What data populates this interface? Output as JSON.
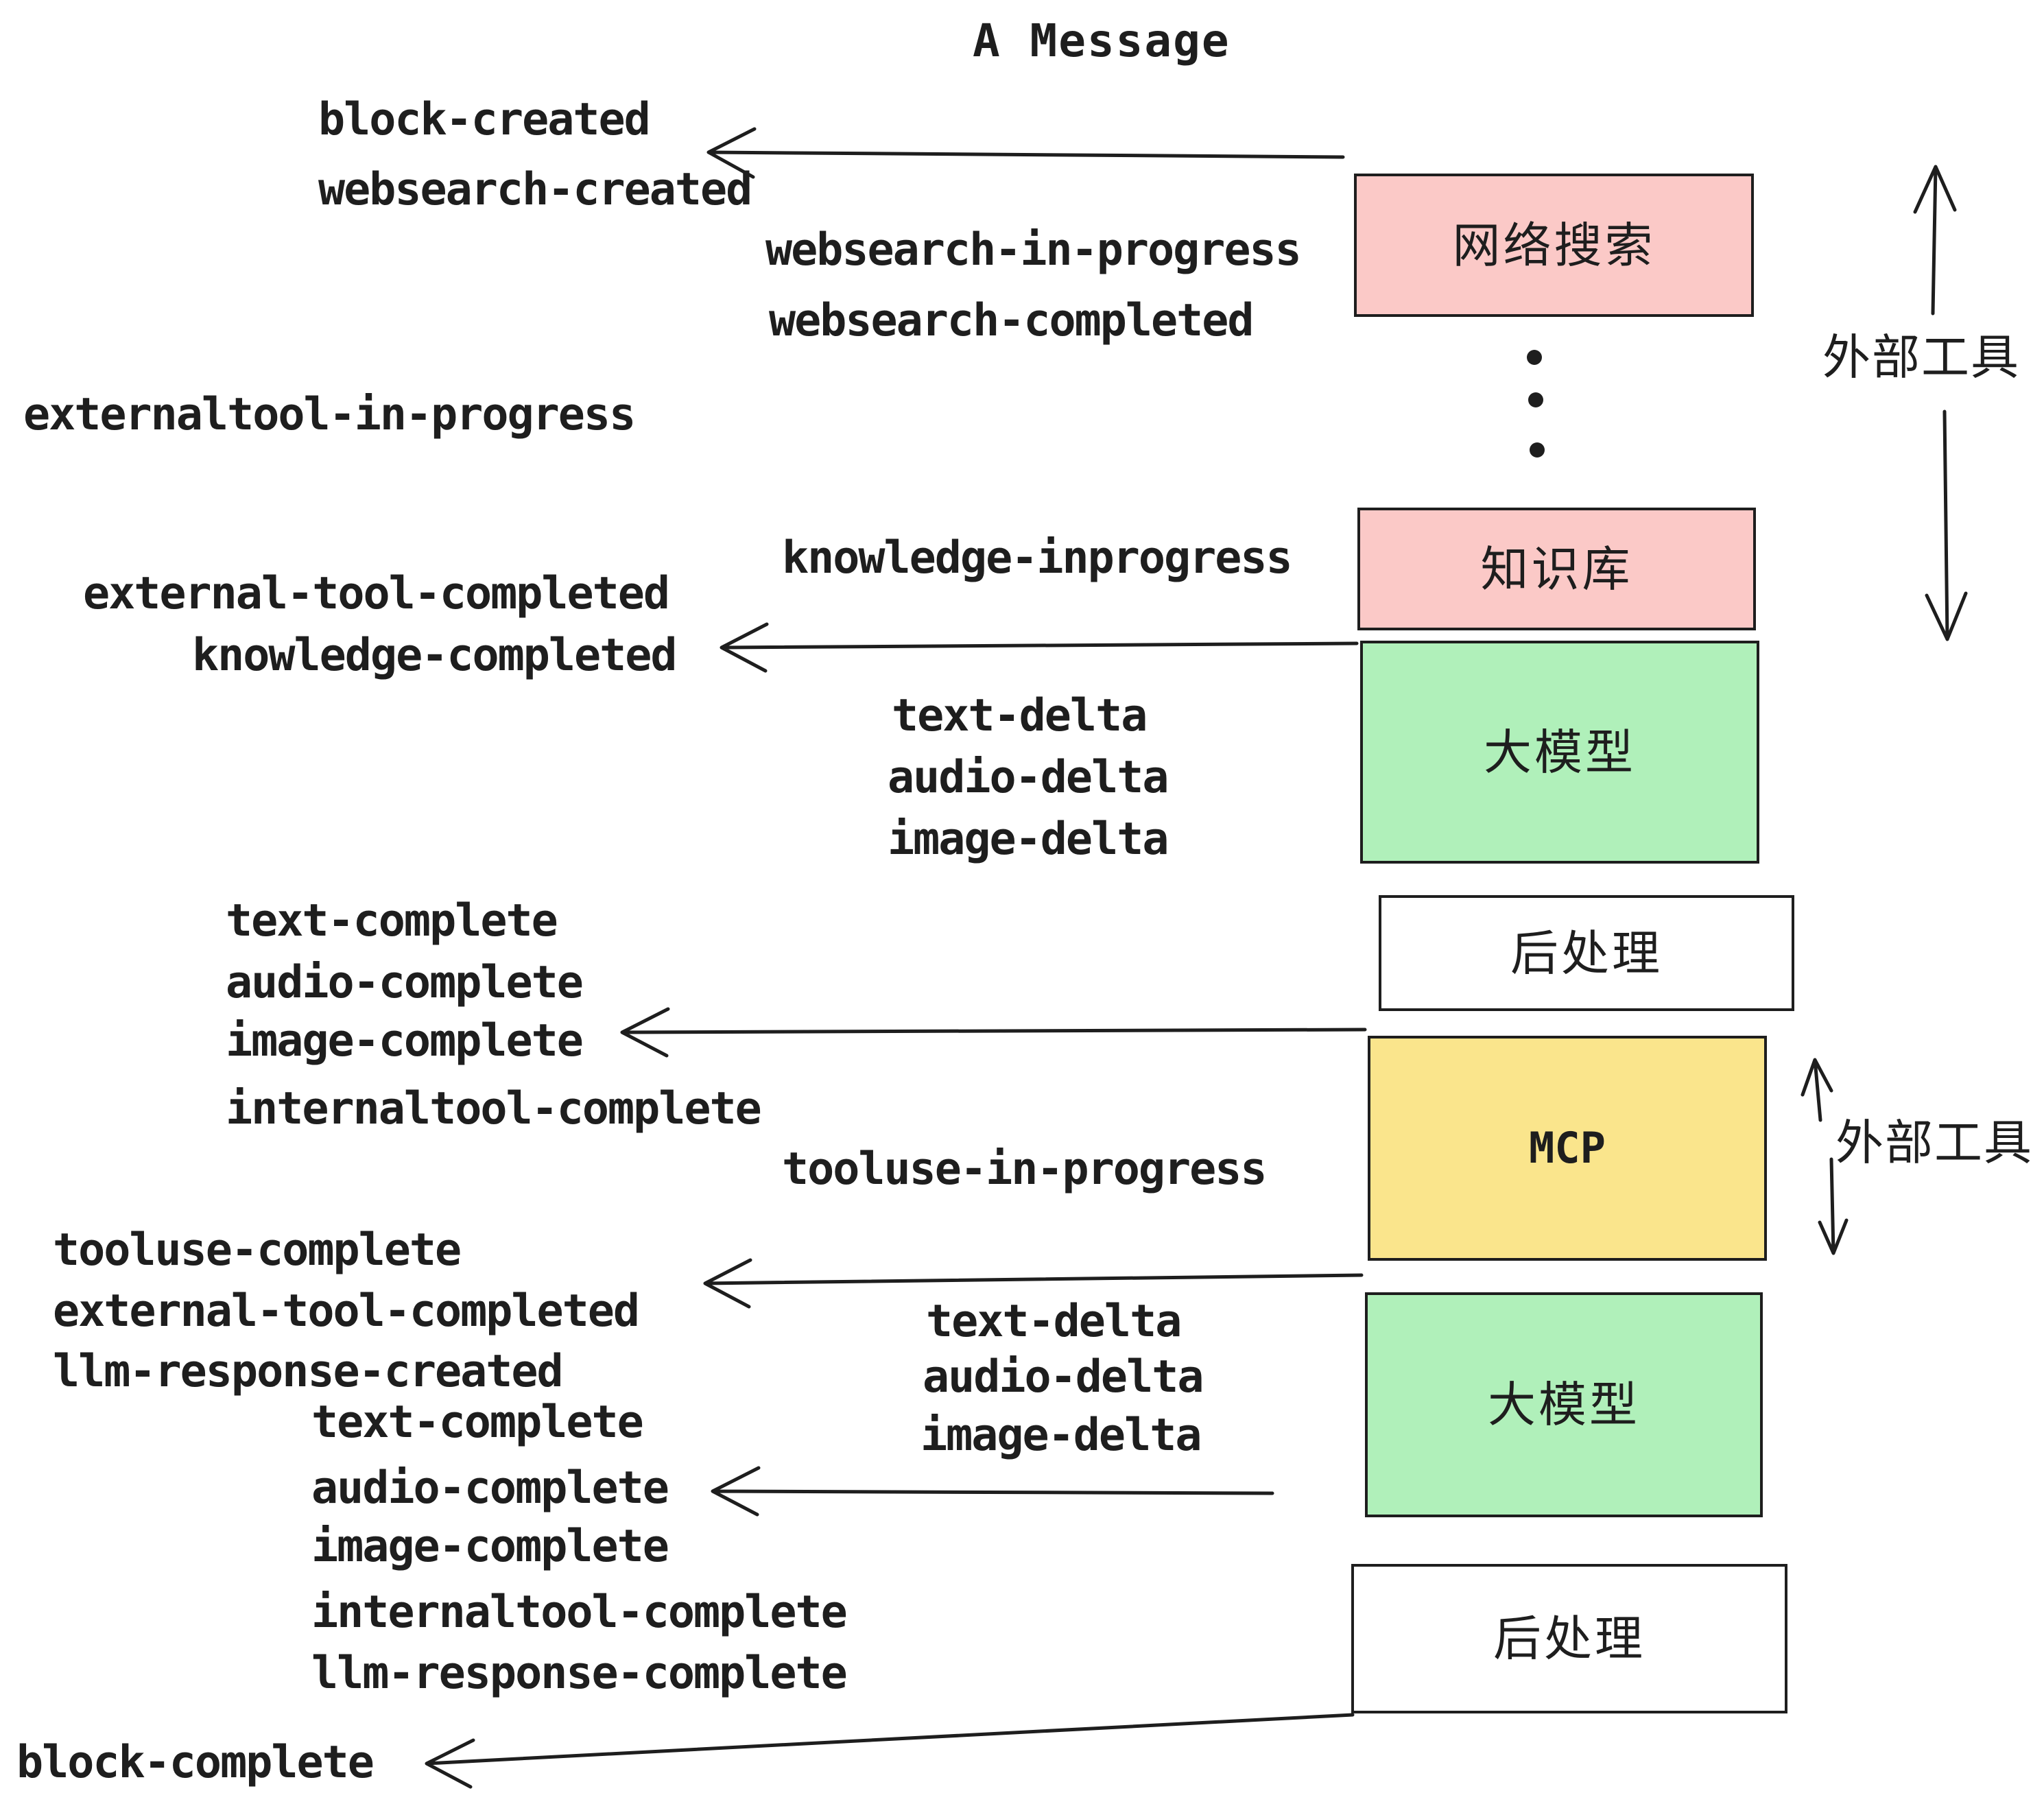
{
  "title": "A Message",
  "events": {
    "block_created": "block-created",
    "websearch_created": "websearch-created",
    "websearch_in_progress": "websearch-in-progress",
    "websearch_completed": "websearch-completed",
    "externaltool_in_progress": "externaltool-in-progress",
    "knowledge_inprogress": "knowledge-inprogress",
    "external_tool_completed_1": "external-tool-completed",
    "knowledge_completed": "knowledge-completed",
    "text_delta_1": "text-delta",
    "audio_delta_1": "audio-delta",
    "image_delta_1": "image-delta",
    "text_complete_1": "text-complete",
    "audio_complete_1": "audio-complete",
    "image_complete_1": "image-complete",
    "internaltool_complete_1": "internaltool-complete",
    "tooluse_in_progress": "tooluse-in-progress",
    "tooluse_complete": "tooluse-complete",
    "external_tool_completed_2": "external-tool-completed",
    "llm_response_created": "llm-response-created",
    "text_complete_2": "text-complete",
    "audio_complete_2": "audio-complete",
    "image_complete_2": "image-complete",
    "internaltool_complete_2": "internaltool-complete",
    "llm_response_complete": "llm-response-complete",
    "text_delta_2": "text-delta",
    "audio_delta_2": "audio-delta",
    "image_delta_2": "image-delta",
    "block_complete": "block-complete"
  },
  "boxes": {
    "websearch": "网络搜索",
    "knowledge": "知识库",
    "llm_1": "大模型",
    "post_1": "后处理",
    "mcp": "MCP",
    "llm_2": "大模型",
    "post_2": "后处理"
  },
  "side_labels": {
    "external_tools_top": "外部工具",
    "external_tools_bottom": "外部工具"
  },
  "colors": {
    "stroke": "#1e1e1e",
    "pink": "#fbc9c7",
    "green": "#b0f0ba",
    "yellow": "#fae58c",
    "background": "#ffffff"
  }
}
